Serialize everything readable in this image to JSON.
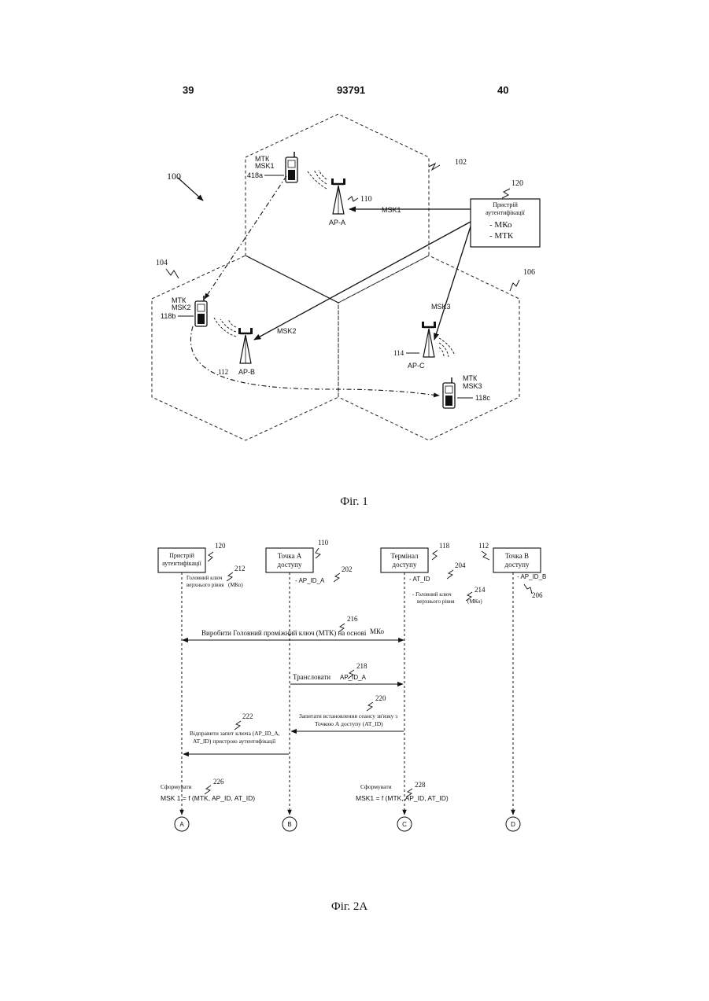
{
  "header": {
    "page_left": "39",
    "patent_number": "93791",
    "page_right": "40"
  },
  "fig1": {
    "caption": "Фіг. 1",
    "ref_system": "100",
    "ref_cell_a": "102",
    "ref_cell_b": "104",
    "ref_cell_c": "106",
    "auth_device": {
      "ref": "120",
      "title_line1": "Пристрій",
      "title_line2": "аутентифікації",
      "item1": "- МКо",
      "item2": "- МТК"
    },
    "ap_a": {
      "ref": "110",
      "label": "AP-A"
    },
    "ap_b": {
      "ref": "112",
      "label": "AP-B"
    },
    "ap_c": {
      "ref": "114",
      "label": "AP-C"
    },
    "terminal_a": {
      "ref": "418a",
      "line1": "МТК",
      "line2": "MSK1"
    },
    "terminal_b": {
      "ref": "118b",
      "line1": "МТК",
      "line2": "MSK2"
    },
    "terminal_c": {
      "ref": "118c",
      "line1": "МТК",
      "line2": "MSK3"
    },
    "link_msk1": "MSK1",
    "link_msk2": "MSK2",
    "link_msk3": "MSK3"
  },
  "fig2a": {
    "caption": "Фіг. 2А",
    "entities": {
      "auth": {
        "ref": "120",
        "line1": "Пристрій",
        "line2": "аутентифікації"
      },
      "point_a": {
        "ref": "110",
        "line1": "Точка А",
        "line2": "доступу"
      },
      "terminal": {
        "ref": "118",
        "line1": "Термінал",
        "line2": "доступу"
      },
      "point_b": {
        "ref": "112",
        "line1": "Точка В",
        "line2": "доступу"
      }
    },
    "notes": {
      "n212": {
        "ref": "212",
        "line1": "Головний ключ",
        "line2": "верхнього рівня",
        "line3": "(МКо)"
      },
      "n202": {
        "ref": "202",
        "text": "- AP_ID_A"
      },
      "n204": {
        "ref": "204",
        "text": "- AT_ID"
      },
      "n214": {
        "ref": "214",
        "line1": "- Головний ключ",
        "line2": "верхнього рівня",
        "line3": "(МКо)"
      },
      "n206": {
        "ref": "206",
        "text": "- AP_ID_B"
      }
    },
    "messages": {
      "m216": {
        "ref": "216",
        "text": "Виробити Головний проміжний ключ (МТК) на основі",
        "key": "МКо"
      },
      "m218": {
        "ref": "218",
        "text": "Трансловати",
        "value": "AP_ID_A"
      },
      "m220": {
        "ref": "220",
        "line1": "Запитати встановлення сеансу зв'язку з",
        "line2": "Точкою А доступу (AT_ID)"
      },
      "m222": {
        "ref": "222",
        "line1": "Відправити запит ключа (AP_ID_A,",
        "line2": "AT_ID) пристрою аутентифікації"
      }
    },
    "compute_left": {
      "ref": "226",
      "label": "Сформувати",
      "formula": "MSK 1 =   f (MTK, AP_ID, AT_ID)"
    },
    "compute_right": {
      "ref": "228",
      "label": "Сформувати",
      "formula": "MSK1 = f (MTK, AP_ID, AT_ID)"
    },
    "connectors": {
      "a": "A",
      "b": "B",
      "c": "C",
      "d": "D"
    }
  }
}
